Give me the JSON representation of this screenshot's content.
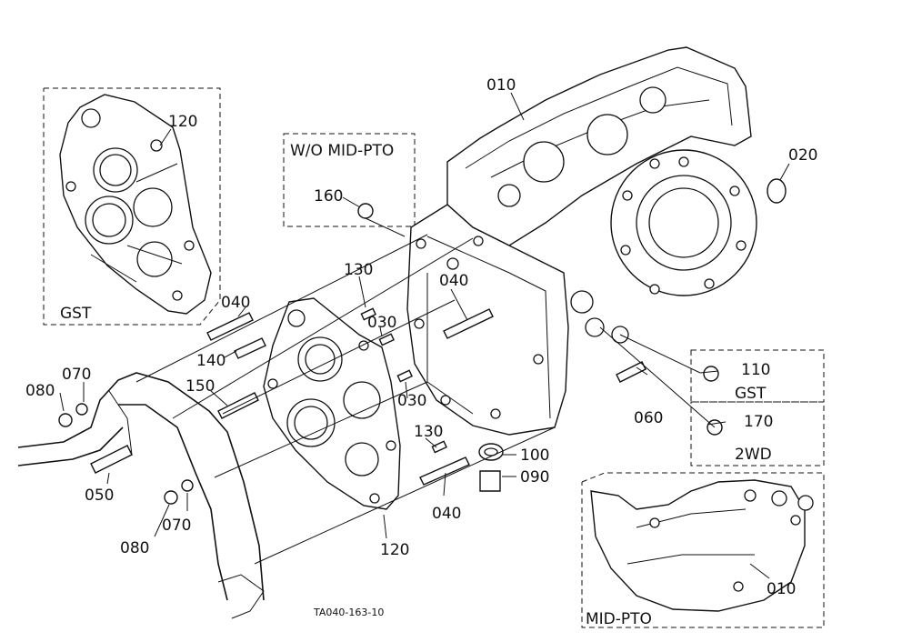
{
  "callouts": {
    "c010_top": "010",
    "c020": "020",
    "c120_gst": "120",
    "c160": "160",
    "c130_a": "130",
    "c030_a": "030",
    "c040_a": "040",
    "c040_b": "040",
    "c140": "140",
    "c150": "150",
    "c030_b": "030",
    "c070_a": "070",
    "c080_a": "080",
    "c110": "110",
    "c060": "060",
    "c170": "170",
    "c130_b": "130",
    "c100": "100",
    "c090": "090",
    "c050": "050",
    "c040_c": "040",
    "c070_b": "070",
    "c080_b": "080",
    "c120_main": "120",
    "c010_mid": "010"
  },
  "boxes": {
    "gst_left": "GST",
    "wo_mid_pto": "W/O MID-PTO",
    "gst_right": "GST",
    "two_wd": "2WD",
    "mid_pto": "MID-PTO"
  },
  "figure_code": "TA040-163-10"
}
